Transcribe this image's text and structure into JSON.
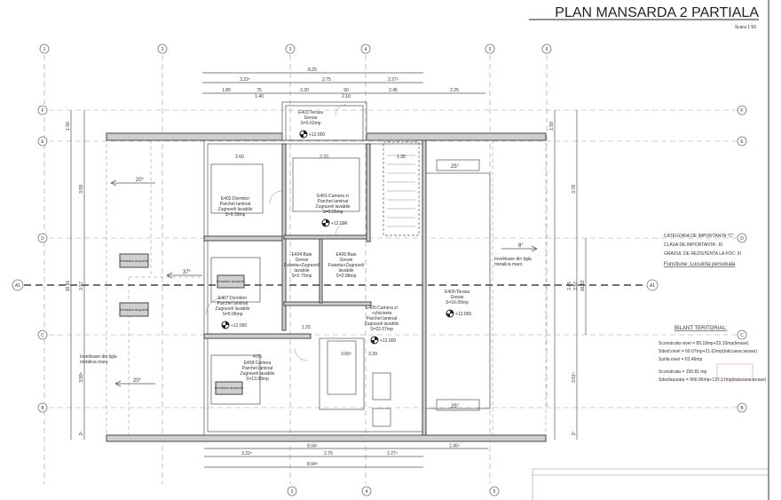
{
  "title": "PLAN MANSARDA 2 PARTIALA",
  "scale": "Scara 1:50",
  "grid": {
    "columns": [
      "1",
      "2",
      "3",
      "4",
      "5",
      "6"
    ],
    "rows": [
      "F",
      "E",
      "D",
      "A1",
      "C",
      "B"
    ]
  },
  "dimensions": {
    "top_total": "8.25",
    "top_row2": [
      "3.22⁵",
      "2.75",
      "2.27⁵"
    ],
    "top_row3": [
      "1.80",
      "75",
      "1.40",
      "2.30",
      "90",
      "2.10",
      "2.45",
      "2.25"
    ],
    "bottom_row1": [
      "8.04⁵",
      "2.45⁵"
    ],
    "bottom_row2": [
      "3.22⁵",
      "2.75",
      "2.27⁵"
    ],
    "bottom_total": "8.04⁵",
    "left": [
      "1.50",
      "3.59",
      "16.81",
      "3.57",
      "3.59⁵",
      "2⁵"
    ],
    "right": [
      "1.50",
      "3.78",
      "2.45",
      "3.57",
      "16.82",
      "3.51⁵",
      "2⁵"
    ],
    "interior": [
      "2.60",
      "2.70",
      "1.35",
      "3.39",
      "1.25",
      "4.05",
      "3.69⁵",
      "20",
      "20"
    ]
  },
  "rooms": [
    {
      "code": "E403:Terasa",
      "lines": [
        "Gresie",
        "S=3.62mp"
      ],
      "level": "+12.000"
    },
    {
      "code": "E402:Dormitor",
      "lines": [
        "Parchet laminat",
        "Zugraveli lavabile",
        "S=9.39mp"
      ],
      "level": ""
    },
    {
      "code": "E401:Camera zi",
      "lines": [
        "Parchet laminat",
        "Zugraveli lavabile",
        "S=9.05mp"
      ],
      "level": "+12.000"
    },
    {
      "code": "E404:Baie",
      "lines": [
        "Gresie",
        "Faianta+Zugraveli",
        "lavabile",
        "S=2.75mp"
      ],
      "level": ""
    },
    {
      "code": "E406:Baie",
      "lines": [
        "Gresie",
        "Faianta+Zugraveli",
        "lavabile",
        "S=2.88mp"
      ],
      "level": ""
    },
    {
      "code": "E407:Dormitor",
      "lines": [
        "Parchet laminat",
        "Zugraveli lavabile",
        "S=9.96mp"
      ],
      "level": "+12.000"
    },
    {
      "code": "E405:Camera zi",
      "lines": [
        "+chicineta",
        "Parchet laminat",
        "Zugraveli lavabile",
        "S=22.07mp"
      ],
      "level": "+12.000"
    },
    {
      "code": "E408:Camera",
      "lines": [
        "Parchet laminat",
        "Zugraveli lavabile",
        "S=13.90mp"
      ],
      "level": ""
    },
    {
      "code": "E409:Terasa",
      "lines": [
        "Gresie",
        "S=16.00mp"
      ],
      "level": "+12.000"
    }
  ],
  "roof": {
    "slopes": [
      "20°",
      "37°",
      "8°",
      "20°",
      "25°",
      "25°"
    ],
    "roof_windows": [
      "fereastra acoperis",
      "fereastra acoperis",
      "fereastra acoperis",
      "fereastra acoperis"
    ],
    "covering": [
      "Invelitoare din tigla",
      "metalica maro"
    ]
  },
  "info": {
    "category": "CATEGORIA DE IMPORTANTA \"C\"",
    "class": "CLASA DE IMPORTANTA : III",
    "fire": "GRADUL DE REZISTENTA LA FOC: III",
    "function": "Functiune: Locuinta personala"
  },
  "bilant": {
    "title": "BILANT TERITORIAL:",
    "lines": [
      "Sconstruita nivel = 89.18mp+23.10mp(terase)",
      "Sdesf.nivel = 69.07mp+21.62mp(balcoane,terase)",
      "Sutila nivel = 63.46mp",
      "Sconstruita = 150.81 mp",
      "Sdesfasurata = 966.96mp+137.17mp(balcoane,terase)"
    ]
  },
  "colors": {
    "line": "#444444",
    "wall_fill": "#cfcfcf",
    "paper": "#ffffff"
  }
}
